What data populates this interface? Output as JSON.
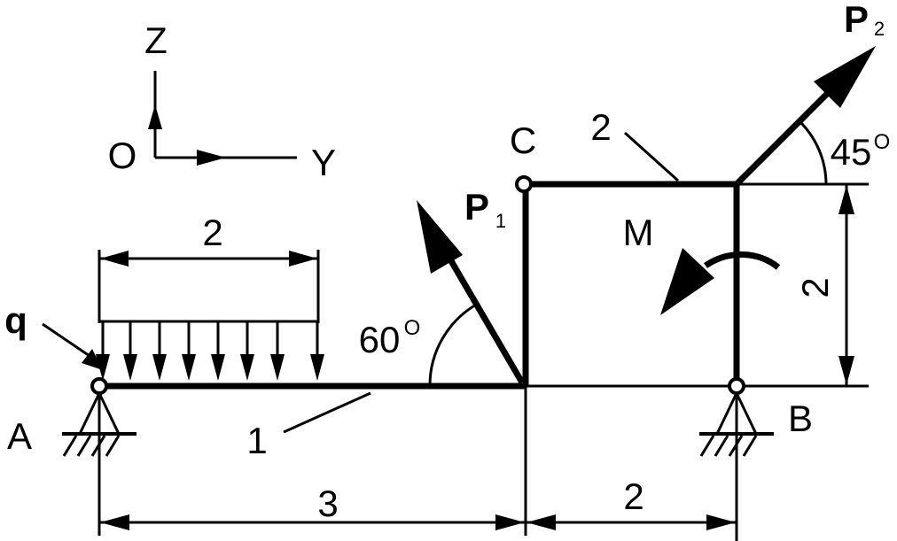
{
  "axes": {
    "vertical_label": "Z",
    "origin_label": "O",
    "horizontal_label": "Y"
  },
  "points": {
    "a": "A",
    "b": "B",
    "c": "C"
  },
  "members": {
    "one": "1",
    "two": "2"
  },
  "loads": {
    "distributed": "q",
    "force1": {
      "symbol": "P",
      "subscript": "1",
      "angle": "60",
      "angle_unit": "O"
    },
    "force2": {
      "symbol": "P",
      "subscript": "2",
      "angle": "45",
      "angle_unit": "O"
    },
    "moment": "M"
  },
  "dimensions": {
    "load_length": "2",
    "span_ac": "3",
    "span_cb": "2",
    "height_right": "2"
  }
}
